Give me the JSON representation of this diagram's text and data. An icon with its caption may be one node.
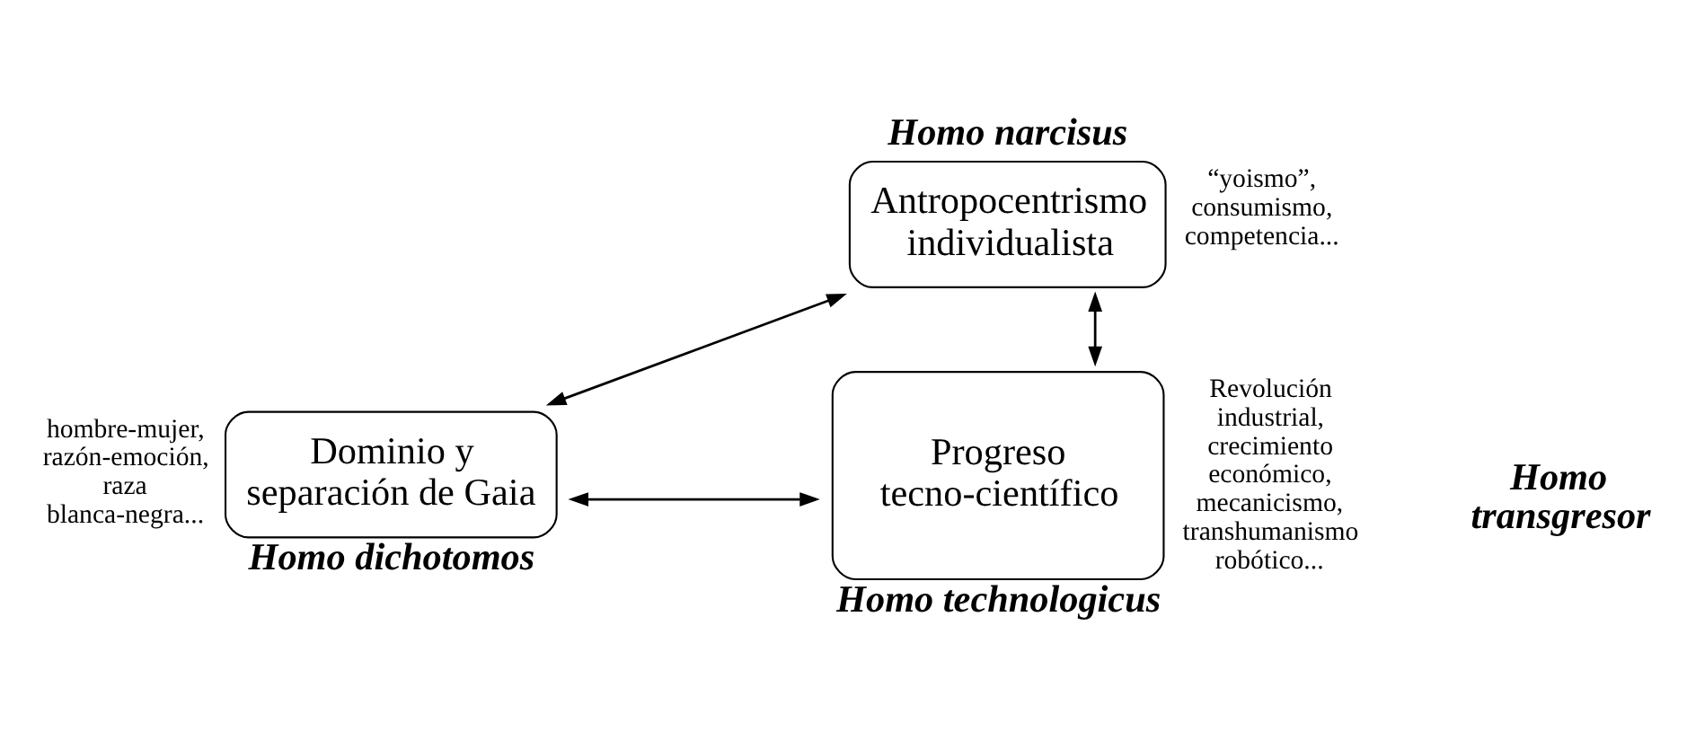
{
  "diagram": {
    "nodes": [
      {
        "text": [
          "Homo narcisus",
          "Antropocentrismo individualista"
        ],
        "beside": [
          "“yoismo”, consumismo, competencia..."
        ]
      },
      {
        "text": [
          "Dominio y separación de Gaia",
          "Homo dichotomos"
        ],
        "beside": [
          "hombre-mujer, razón-emoción, raza blanca-negra..."
        ]
      },
      {
        "text": [
          "Progreso tecno-científico",
          "Homo technologicus"
        ],
        "beside": [
          "Revolución industrial, crecimiento económico, mecanicismo, transhumanismo robótico..."
        ]
      }
    ],
    "edges": [
      {
        "from": 0,
        "to": 1,
        "arrow": "both"
      },
      {
        "from": 0,
        "to": 2,
        "arrow": "both"
      },
      {
        "from": 1,
        "to": 2,
        "arrow": "both"
      }
    ],
    "labels": [
      "Homo transgresor"
    ]
  }
}
